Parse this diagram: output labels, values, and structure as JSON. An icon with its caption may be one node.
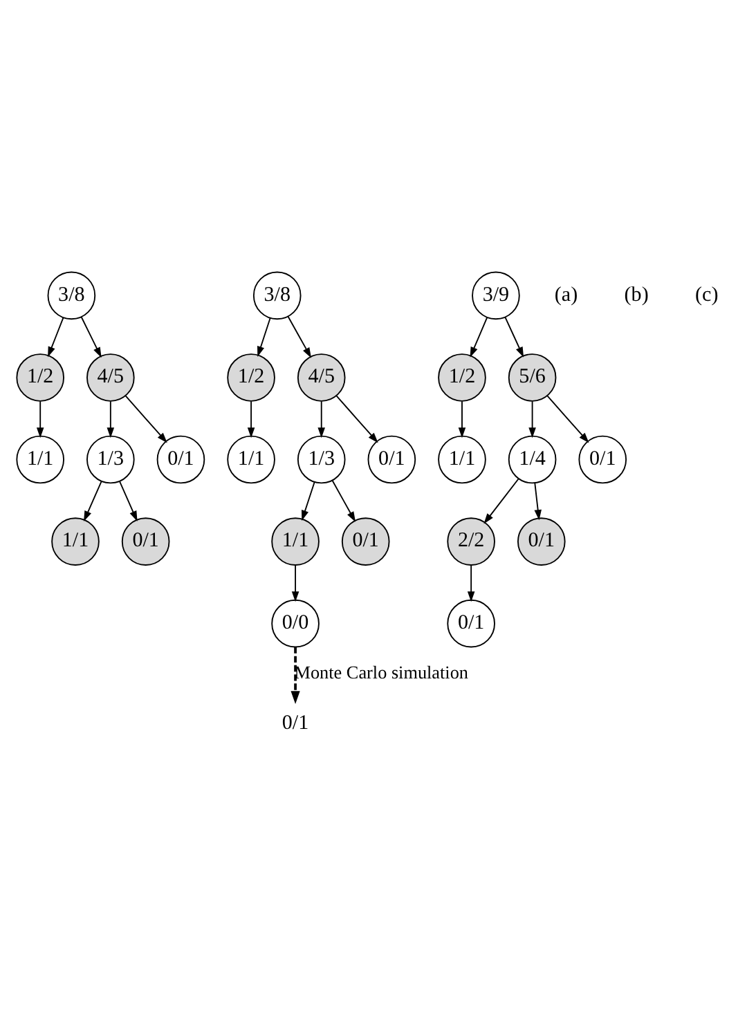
{
  "diagram": {
    "nodes": [
      {
        "text": [
          "3/8"
        ]
      },
      {
        "text": [
          "1/2"
        ]
      },
      {
        "text": [
          "4/5"
        ]
      },
      {
        "text": [
          "1/1"
        ]
      },
      {
        "text": [
          "1/3"
        ]
      },
      {
        "text": [
          "0/1"
        ]
      },
      {
        "text": [
          "1/1"
        ]
      },
      {
        "text": [
          "0/1"
        ]
      },
      {
        "text": [
          "3/8"
        ]
      },
      {
        "text": [
          "1/2"
        ]
      },
      {
        "text": [
          "4/5"
        ]
      },
      {
        "text": [
          "1/1"
        ]
      },
      {
        "text": [
          "1/3"
        ]
      },
      {
        "text": [
          "0/1"
        ]
      },
      {
        "text": [
          "1/1"
        ]
      },
      {
        "text": [
          "0/1"
        ]
      },
      {
        "text": [
          "0/0"
        ]
      },
      {
        "text": [
          "0/1"
        ]
      },
      {
        "text": [
          "3/9"
        ]
      },
      {
        "text": [
          "1/2"
        ]
      },
      {
        "text": [
          "5/6"
        ]
      },
      {
        "text": [
          "1/1"
        ]
      },
      {
        "text": [
          "1/4"
        ]
      },
      {
        "text": [
          "0/1"
        ]
      },
      {
        "text": [
          "2/2"
        ]
      },
      {
        "text": [
          "0/1"
        ]
      },
      {
        "text": [
          "0/1"
        ]
      }
    ],
    "edges": [
      {
        "from": 0,
        "to": 1,
        "arrow": "to"
      },
      {
        "from": 0,
        "to": 2,
        "arrow": "to"
      },
      {
        "from": 1,
        "to": 3,
        "arrow": "to"
      },
      {
        "from": 2,
        "to": 4,
        "arrow": "to"
      },
      {
        "from": 2,
        "to": 5,
        "arrow": "to"
      },
      {
        "from": 4,
        "to": 6,
        "arrow": "to"
      },
      {
        "from": 4,
        "to": 7,
        "arrow": "to"
      },
      {
        "from": 8,
        "to": 9,
        "arrow": "to"
      },
      {
        "from": 8,
        "to": 10,
        "arrow": "to"
      },
      {
        "from": 9,
        "to": 11,
        "arrow": "to"
      },
      {
        "from": 10,
        "to": 12,
        "arrow": "to"
      },
      {
        "from": 10,
        "to": 13,
        "arrow": "to"
      },
      {
        "from": 12,
        "to": 14,
        "arrow": "to"
      },
      {
        "from": 12,
        "to": 15,
        "arrow": "to"
      },
      {
        "from": 14,
        "to": 16,
        "arrow": "to"
      },
      {
        "from": 16,
        "to": 17,
        "arrow": "to",
        "label": "Monte Carlo simulation",
        "style": "dashed"
      },
      {
        "from": 18,
        "to": 19,
        "arrow": "to"
      },
      {
        "from": 18,
        "to": 20,
        "arrow": "to"
      },
      {
        "from": 19,
        "to": 21,
        "arrow": "to"
      },
      {
        "from": 20,
        "to": 22,
        "arrow": "to"
      },
      {
        "from": 20,
        "to": 23,
        "arrow": "to"
      },
      {
        "from": 22,
        "to": 24,
        "arrow": "to"
      },
      {
        "from": 22,
        "to": 25,
        "arrow": "to"
      },
      {
        "from": 24,
        "to": 26,
        "arrow": "to"
      }
    ],
    "labels": [
      "(a)",
      "(b)",
      "(c)"
    ]
  }
}
